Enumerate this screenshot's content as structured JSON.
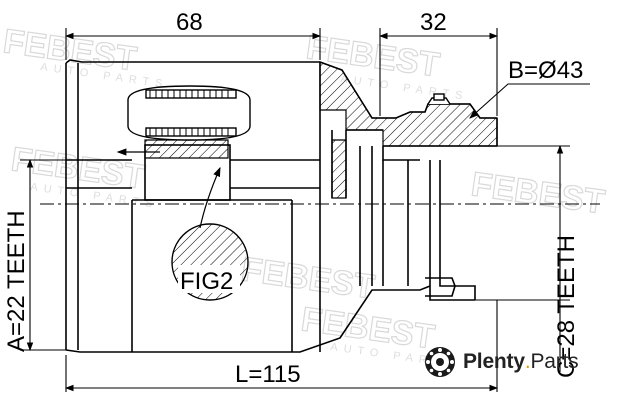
{
  "dimensions": {
    "top_left": "68",
    "top_right": "32",
    "outer_diameter": "B=Ø43",
    "left_teeth": "A=22 TEETH",
    "right_teeth": "C=28 TEETH",
    "length": "L=115"
  },
  "figure_label": "FIG2",
  "watermark": {
    "brand": "FEBEST",
    "sub": "AUTO PARTS"
  },
  "branding": {
    "name_bold": "Plenty",
    "dot": ".",
    "name_regular": "Parts"
  },
  "colors": {
    "line": "#000000",
    "watermark": "#d9d9d9",
    "brand_accent": "#e0a100"
  }
}
